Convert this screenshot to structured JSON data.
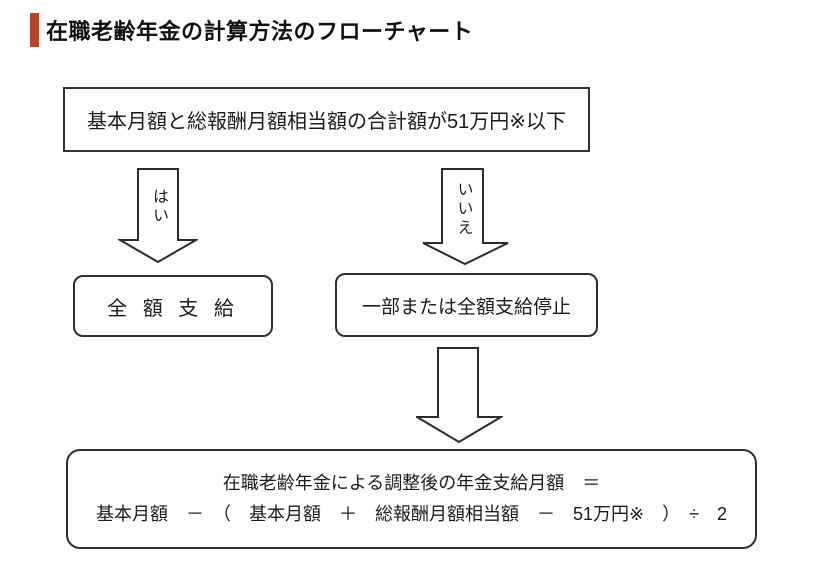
{
  "header": {
    "title": "在職老齢年金の計算方法のフローチャート",
    "accent_color": "#b5432e"
  },
  "flowchart": {
    "condition_box": {
      "text": "基本月額と総報酬月額相当額の合計額が51万円※以下"
    },
    "yes_arrow": {
      "label": "はい"
    },
    "no_arrow": {
      "label": "いいえ"
    },
    "full_payment_box": {
      "text": "全 額 支 給"
    },
    "suspension_box": {
      "text": "一部または全額支給停止"
    },
    "result_box": {
      "line1": "在職老齢年金による調整後の年金支給月額　＝",
      "line2": "基本月額　－　（　基本月額　＋　総報酬月額相当額　－　51万円※　）　÷　2"
    }
  }
}
